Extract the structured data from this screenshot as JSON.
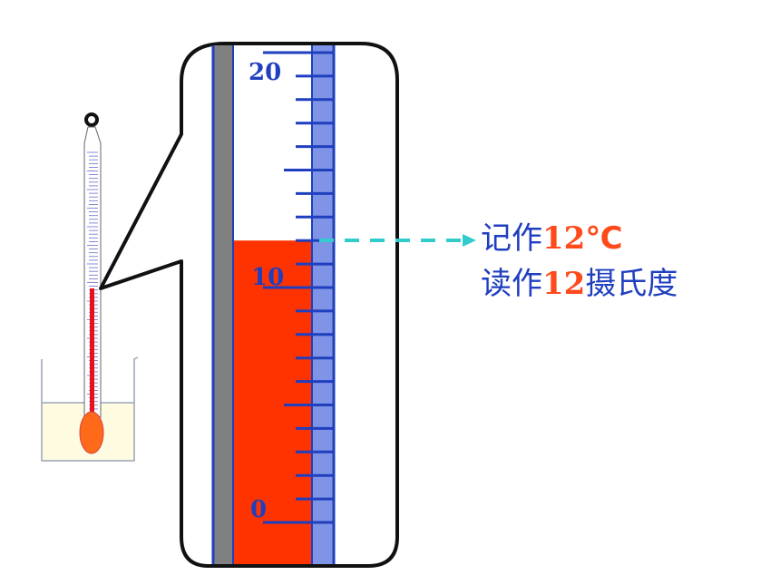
{
  "scale": {
    "min": 0,
    "max": 20,
    "labels": [
      "20",
      "10",
      "0"
    ],
    "reading": 12
  },
  "annotation": {
    "line1": {
      "prefix": "记作",
      "value": "12",
      "unit": "℃"
    },
    "line2": {
      "prefix": "读作",
      "value": "12",
      "unit": "摄氏度"
    }
  },
  "colors": {
    "liquid": "#ff3300",
    "scale_blue": "#1f3fbf",
    "value_red": "#ff4a1c",
    "arrow": "#33cccc",
    "tube_gray": "#808080",
    "scale_strip": "#7f94e6",
    "bulb": "#ff6a1a",
    "beaker_liquid": "#fffbe0"
  }
}
